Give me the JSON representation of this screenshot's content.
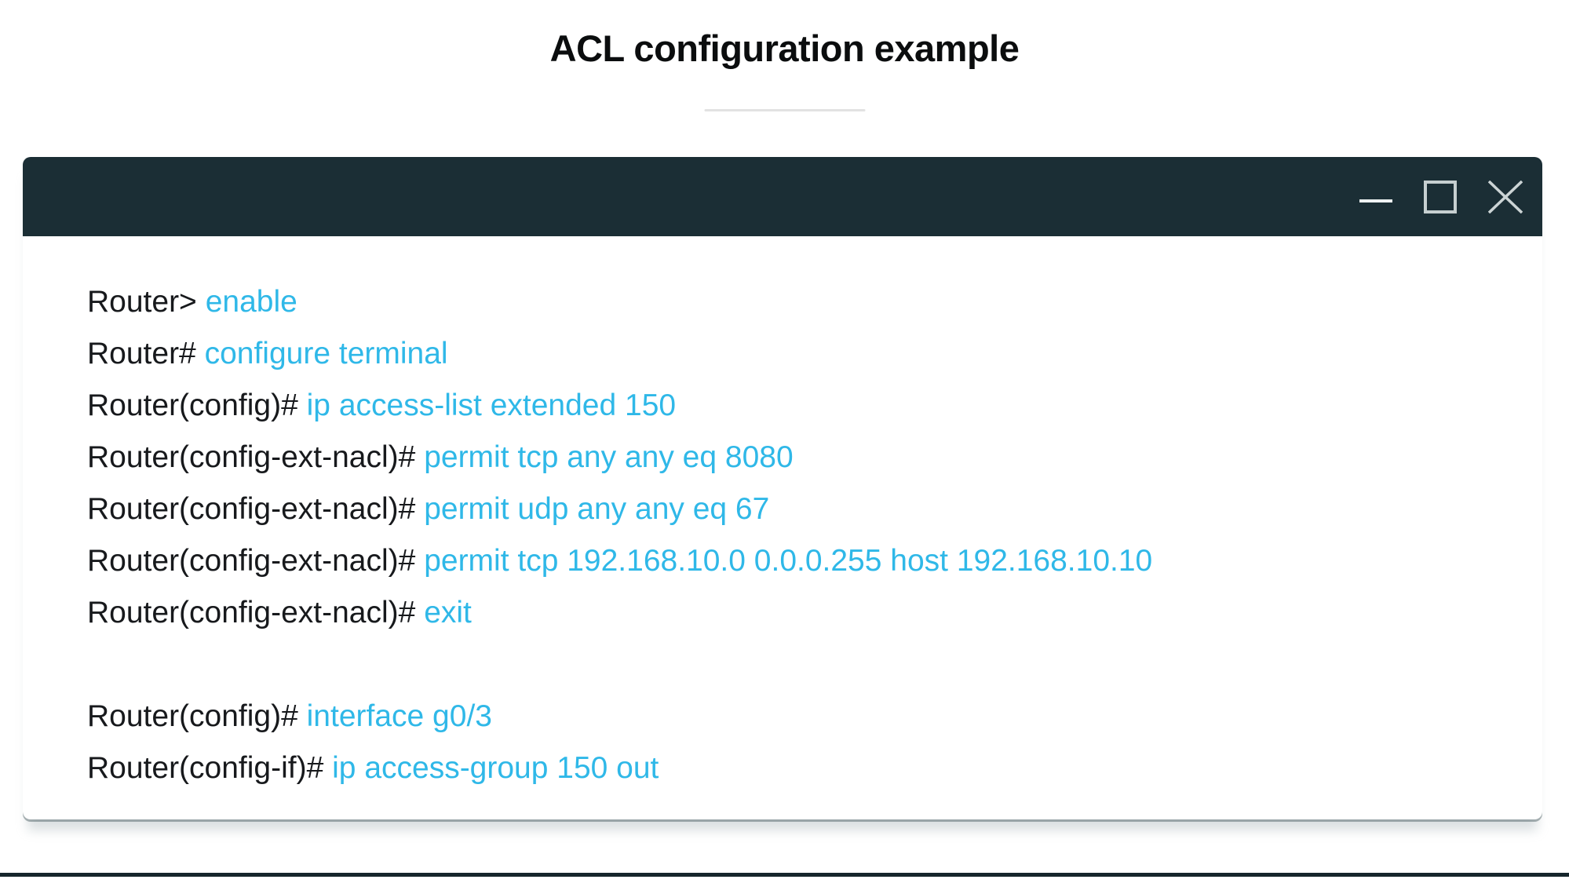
{
  "page": {
    "title": "ACL configuration example"
  },
  "window": {
    "controls": [
      {
        "name": "minimize"
      },
      {
        "name": "maximize"
      },
      {
        "name": "close"
      }
    ]
  },
  "terminal": {
    "lines": [
      {
        "prompt": "Router>",
        "command": "enable"
      },
      {
        "prompt": "Router#",
        "command": "configure terminal"
      },
      {
        "prompt": "Router(config)#",
        "command": "ip access-list extended 150"
      },
      {
        "prompt": "Router(config-ext-nacl)#",
        "command": "permit tcp any any eq 8080"
      },
      {
        "prompt": "Router(config-ext-nacl)#",
        "command": "permit udp any any eq 67"
      },
      {
        "prompt": "Router(config-ext-nacl)#",
        "command": "permit tcp 192.168.10.0 0.0.0.255 host 192.168.10.10"
      },
      {
        "prompt": "Router(config-ext-nacl)#",
        "command": "exit"
      },
      {
        "blank": true
      },
      {
        "prompt": "Router(config)#",
        "command": "interface g0/3"
      },
      {
        "prompt": "Router(config-if)#",
        "command": "ip access-group 150 out"
      }
    ]
  },
  "colors": {
    "titlebar": "#1b2e35",
    "cyan": "#2fb8e8",
    "prompt": "#17191c",
    "titleText": "#0b0d0e",
    "divider": "#e2e2e2",
    "bottombar": "#16262c"
  }
}
